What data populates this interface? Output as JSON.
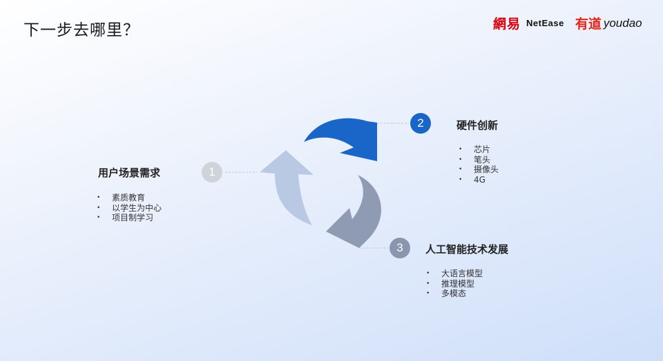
{
  "slide": {
    "title": "下一步去哪里？"
  },
  "logos": {
    "netease_cn": "網易",
    "netease_en": "NetEase",
    "youdao_cn": "有道",
    "youdao_en": "youdao"
  },
  "colors": {
    "step1_arrow": "#b9c9e4",
    "step2_arrow": "#1a66c8",
    "step3_arrow": "#8f9ab3",
    "step1_badge": "#cfd3da",
    "step2_badge": "#1a66c8",
    "step3_badge": "#8a96ad"
  },
  "steps": [
    {
      "number": "1",
      "title": "用户场景需求",
      "items": [
        "素质教育",
        "以学生为中心",
        "项目制学习"
      ]
    },
    {
      "number": "2",
      "title": "硬件创新",
      "items": [
        "芯片",
        "笔头",
        "摄像头",
        "4G"
      ]
    },
    {
      "number": "3",
      "title": "人工智能技术发展",
      "items": [
        "大语言模型",
        "推理模型",
        "多模态"
      ]
    }
  ]
}
